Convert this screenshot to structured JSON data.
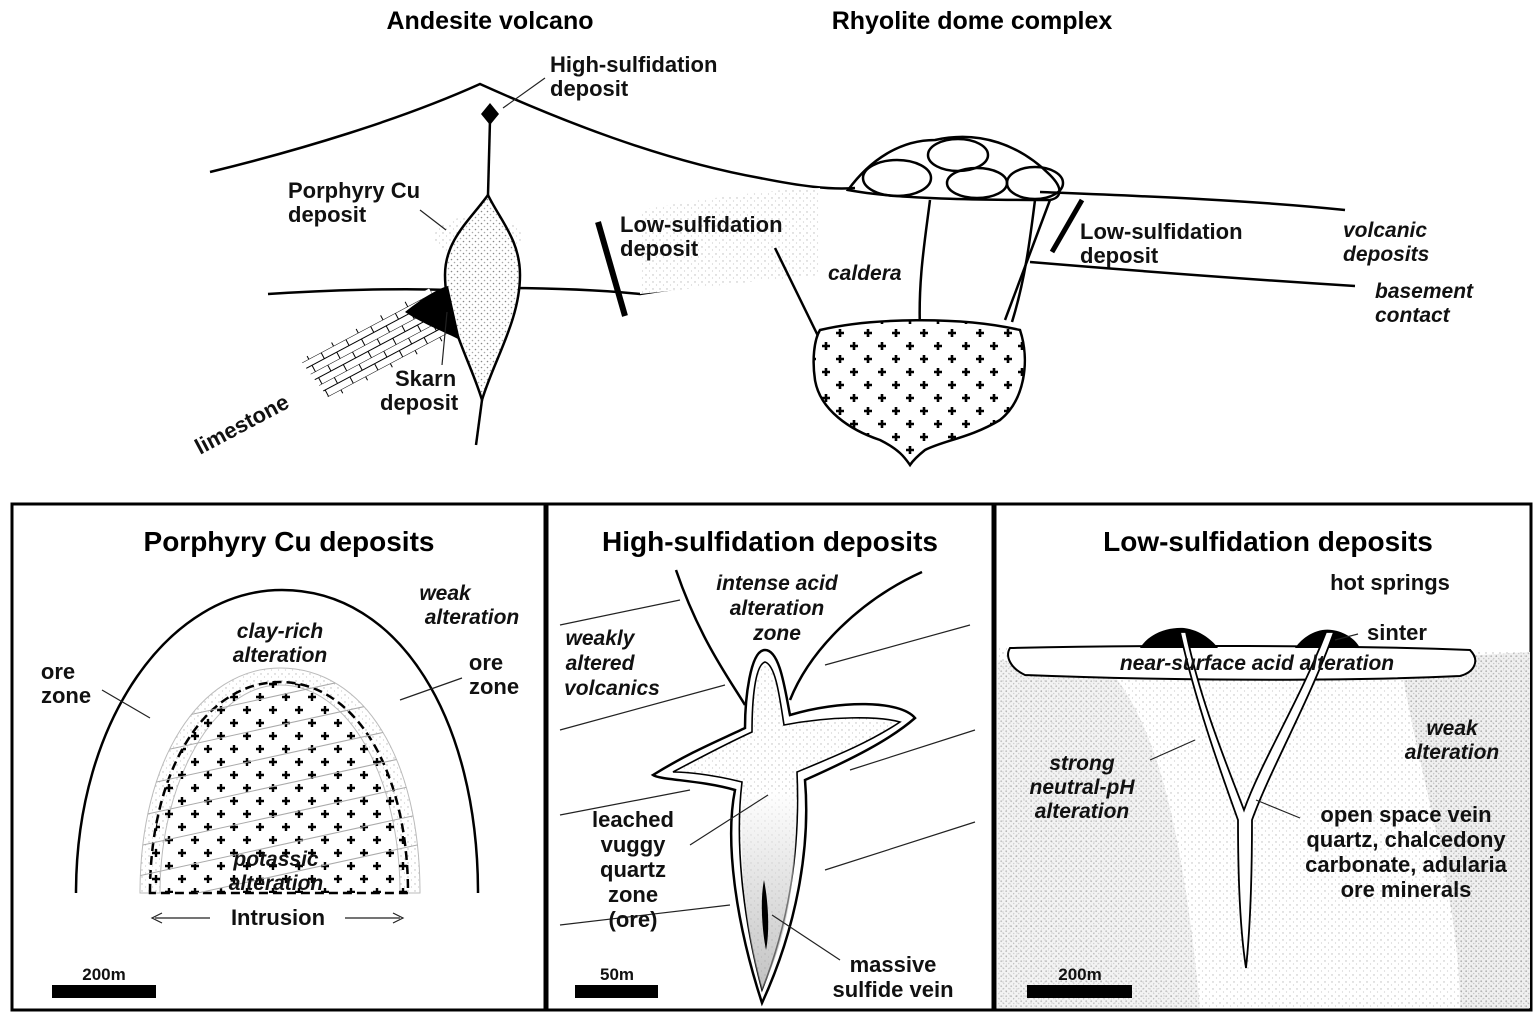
{
  "top": {
    "andesite_title": "Andesite volcano",
    "rhyolite_title": "Rhyolite dome complex",
    "high_sulf_1": "High-sulfidation",
    "high_sulf_2": "deposit",
    "porphyry_1": "Porphyry Cu",
    "porphyry_2": "deposit",
    "low_sulf_left_1": "Low-sulfidation",
    "low_sulf_left_2": "deposit",
    "caldera": "caldera",
    "low_sulf_right_1": "Low-sulfidation",
    "low_sulf_right_2": "deposit",
    "volcanic_1": "volcanic",
    "volcanic_2": "deposits",
    "basement_1": "basement",
    "basement_2": "contact",
    "skarn_1": "Skarn",
    "skarn_2": "deposit",
    "limestone": "limestone"
  },
  "panel_porphyry": {
    "title": "Porphyry Cu deposits",
    "weak_1": "weak",
    "weak_2": "alteration",
    "clay_1": "clay-rich",
    "clay_2": "alteration",
    "ore_left_1": "ore",
    "ore_left_2": "zone",
    "ore_right_1": "ore",
    "ore_right_2": "zone",
    "potassic_1": "potassic",
    "potassic_2": "alteration",
    "intrusion": "Intrusion",
    "scale": "200m"
  },
  "panel_high": {
    "title": "High-sulfidation deposits",
    "intense_1": "intense acid",
    "intense_2": "alteration",
    "intense_3": "zone",
    "weakly_1": "weakly",
    "weakly_2": "altered",
    "weakly_3": "volcanics",
    "leached_1": "leached",
    "leached_2": "vuggy",
    "leached_3": "quartz",
    "leached_4": "zone",
    "leached_5": "(ore)",
    "massive_1": "massive",
    "massive_2": "sulfide vein",
    "scale": "50m"
  },
  "panel_low": {
    "title": "Low-sulfidation deposits",
    "hot_springs": "hot springs",
    "sinter": "sinter",
    "near_surface": "near-surface acid alteration",
    "weak_1": "weak",
    "weak_2": "alteration",
    "strong_1": "strong",
    "strong_2": "neutral-pH",
    "strong_3": "alteration",
    "vein_1": "open space vein",
    "vein_2": "quartz, chalcedony",
    "vein_3": "carbonate, adularia",
    "vein_4": "ore minerals",
    "scale": "200m"
  }
}
